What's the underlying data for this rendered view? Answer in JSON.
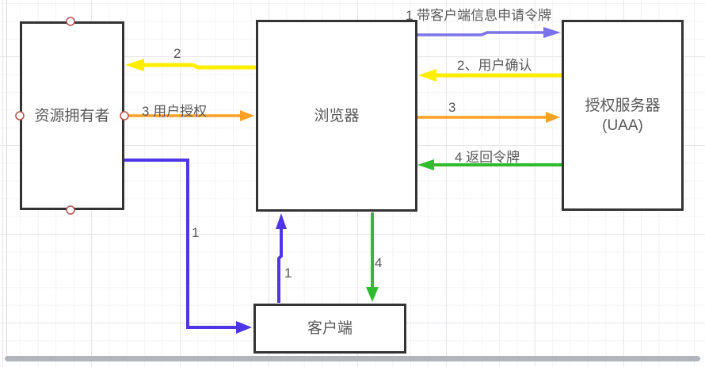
{
  "nodes": {
    "resource_owner": {
      "label": "资源拥有者"
    },
    "browser": {
      "label": "浏览器"
    },
    "auth_server": {
      "label": "授权服务器",
      "sublabel": "(UAA)"
    },
    "client": {
      "label": "客户端"
    }
  },
  "edge_labels": {
    "step1_request_token": "1 带客户端信息申请令牌",
    "step2_user_confirm": "2、用户确认",
    "step3_browser_to_auth": "3",
    "step4_return_token": "4 返回令牌",
    "step2_browser_to_owner": "2",
    "step3_user_authorize": "3 用户授权",
    "step1_owner_to_client": "1",
    "step1_client_to_browser": "1",
    "step4_browser_to_client": "4"
  },
  "colors": {
    "step1_blue": "#7b72e8",
    "deep_blue": "#4f35e8",
    "yellow": "#ffee00",
    "orange": "#ffa024",
    "green": "#2ebd2e",
    "box_border": "#333333",
    "text": "#595959",
    "connection_point": "#b85450",
    "connection_fill": "#ffffff"
  }
}
